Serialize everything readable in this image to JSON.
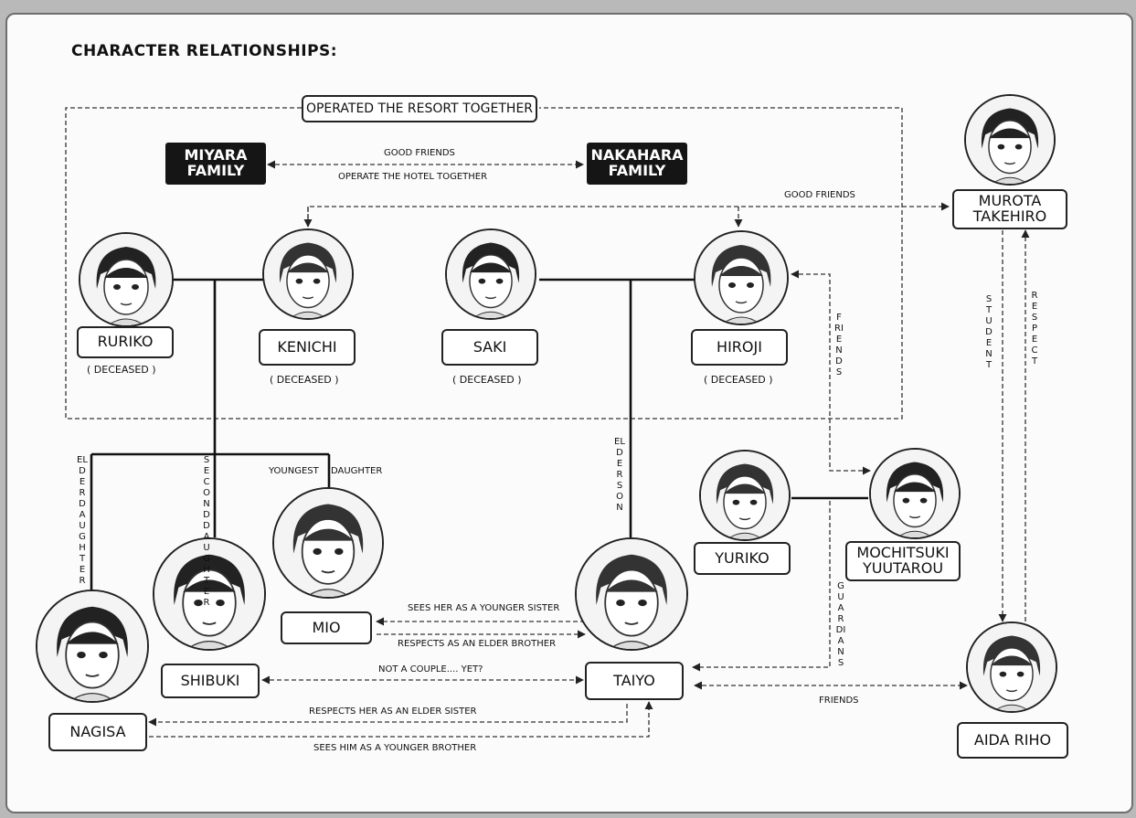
{
  "title": "CHARACTER RELATIONSHIPS:",
  "families": {
    "miyara": "MIYARA\nFAMILY",
    "nakahara": "NAKAHARA\nFAMILY",
    "operated_label": "OPERATED THE RESORT TOGETHER",
    "good_friends": "GOOD FRIENDS",
    "operate_hotel": "OPERATE THE HOTEL TOGETHER"
  },
  "characters": {
    "ruriko": "RURIKO",
    "kenichi": "KENICHI",
    "saki": "SAKI",
    "hiroji": "HIROJI",
    "murota": "MUROTA\nTAKEHIRO",
    "yuriko": "YURIKO",
    "mochitsuki": "MOCHITSUKI\nYUUTAROU",
    "mio": "MIO",
    "shibuki": "SHIBUKI",
    "taiyo": "TAIYO",
    "nagisa": "NAGISA",
    "aida": "AIDA RIHO"
  },
  "deceased": "( DECEASED )",
  "relations": {
    "good_friends_murota": "GOOD FRIENDS",
    "friends_hiroji": "FRIENDS",
    "student": "STUDENT",
    "respect": "RESPECT",
    "elder_daughter": "ELDER DAUGHTER",
    "second_daughter": "SECOND DAUGHTER",
    "youngest": "YOUNGEST",
    "daughter": "DAUGHTER",
    "elder_son": "ELDER SON",
    "guardians": "GUARDIANS",
    "sees_younger_sister": "SEES HER AS A YOUNGER SISTER",
    "respects_elder_brother": "RESPECTS AS AN ELDER BROTHER",
    "not_a_couple": "NOT A COUPLE.... YET?",
    "respects_elder_sister": "RESPECTS HER AS AN ELDER SISTER",
    "sees_younger_brother": "SEES HIM AS A YOUNGER BROTHER",
    "friends_aida": "FRIENDS"
  },
  "portrait_icons": [
    "ruriko-portrait",
    "kenichi-portrait",
    "saki-portrait",
    "hiroji-portrait",
    "murota-portrait",
    "yuriko-portrait",
    "mochitsuki-portrait",
    "mio-portrait",
    "shibuki-portrait",
    "taiyo-portrait",
    "nagisa-portrait",
    "aida-portrait"
  ],
  "colors": {
    "ink": "#111111",
    "paper": "#fbfbfb",
    "family_box": "#151515"
  }
}
